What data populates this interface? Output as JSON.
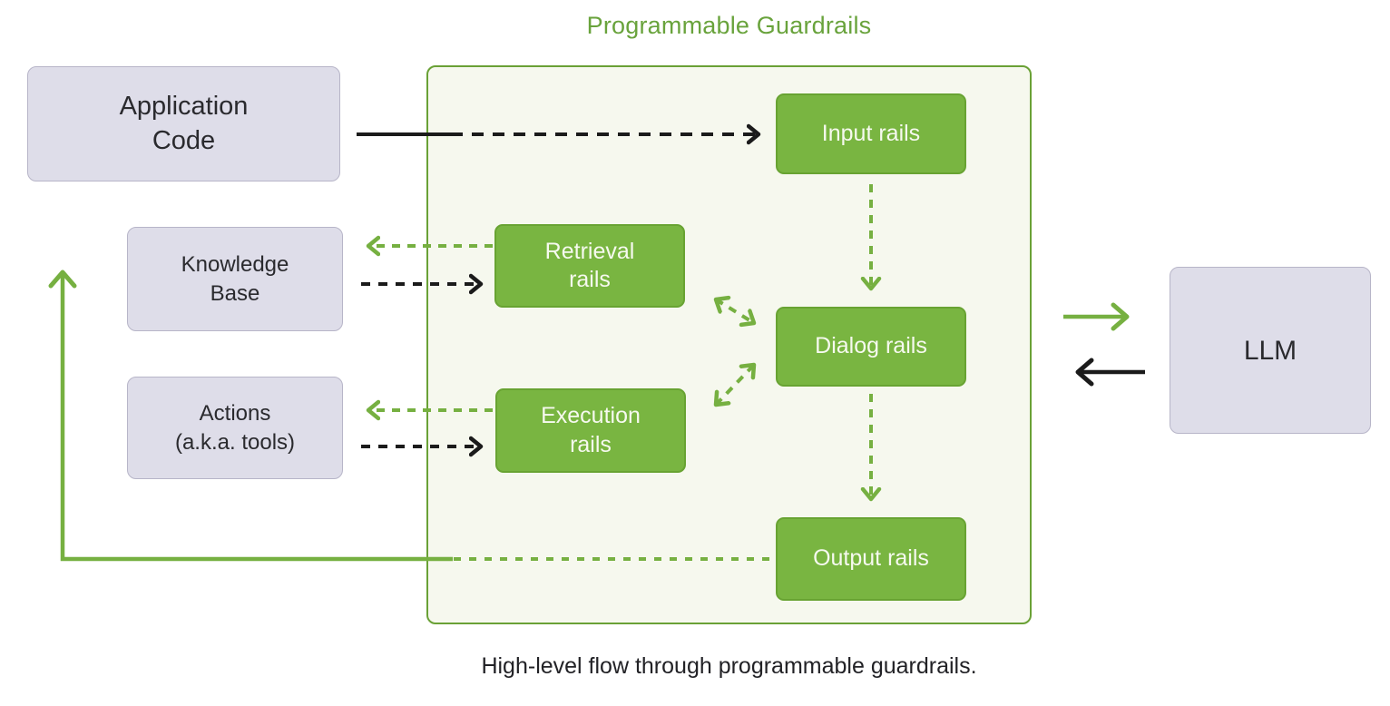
{
  "title": "Programmable Guardrails",
  "caption": "High-level flow through programmable guardrails.",
  "nodes": {
    "application_code": {
      "line1": "Application",
      "line2": "Code"
    },
    "knowledge_base": {
      "line1": "Knowledge",
      "line2": "Base"
    },
    "actions": {
      "line1": "Actions",
      "line2": "(a.k.a. tools)"
    },
    "llm": {
      "label": "LLM"
    }
  },
  "rails": {
    "input": {
      "label": "Input rails"
    },
    "retrieval": {
      "line1": "Retrieval",
      "line2": "rails"
    },
    "dialog": {
      "label": "Dialog rails"
    },
    "execution": {
      "line1": "Execution",
      "line2": "rails"
    },
    "output": {
      "label": "Output rails"
    }
  },
  "edges": [
    {
      "from": "application-code",
      "to": "input-rails",
      "style": "black-solid-then-dashed",
      "direction": "one-way"
    },
    {
      "from": "retrieval-rails",
      "to": "knowledge-base",
      "style": "green-dashed",
      "direction": "one-way"
    },
    {
      "from": "knowledge-base",
      "to": "retrieval-rails",
      "style": "black-dashed",
      "direction": "one-way"
    },
    {
      "from": "execution-rails",
      "to": "actions",
      "style": "green-dashed",
      "direction": "one-way"
    },
    {
      "from": "actions",
      "to": "execution-rails",
      "style": "black-dashed",
      "direction": "one-way"
    },
    {
      "from": "input-rails",
      "to": "dialog-rails",
      "style": "green-dashed",
      "direction": "one-way"
    },
    {
      "from": "dialog-rails",
      "to": "output-rails",
      "style": "green-dashed",
      "direction": "one-way"
    },
    {
      "from": "retrieval-rails",
      "to": "dialog-rails",
      "style": "green-dashed",
      "direction": "two-way"
    },
    {
      "from": "execution-rails",
      "to": "dialog-rails",
      "style": "green-dashed",
      "direction": "two-way"
    },
    {
      "from": "guardrails-box",
      "to": "llm",
      "style": "green-solid",
      "direction": "one-way"
    },
    {
      "from": "llm",
      "to": "guardrails-box",
      "style": "black-solid",
      "direction": "one-way"
    },
    {
      "from": "output-rails",
      "to": "application-code",
      "style": "green-dashed-then-solid",
      "direction": "one-way"
    }
  ],
  "colors": {
    "rail_green": "#79b541",
    "rail_green_border": "#68a332",
    "container_fill": "#f6f8ee",
    "container_border": "#6aa136",
    "node_fill": "#dedde9",
    "node_border": "#b7b5c8",
    "arrow_green": "#76b041",
    "arrow_black": "#1b1b1b",
    "title_green": "#69a33c",
    "text_dark": "#2a2a2e"
  }
}
